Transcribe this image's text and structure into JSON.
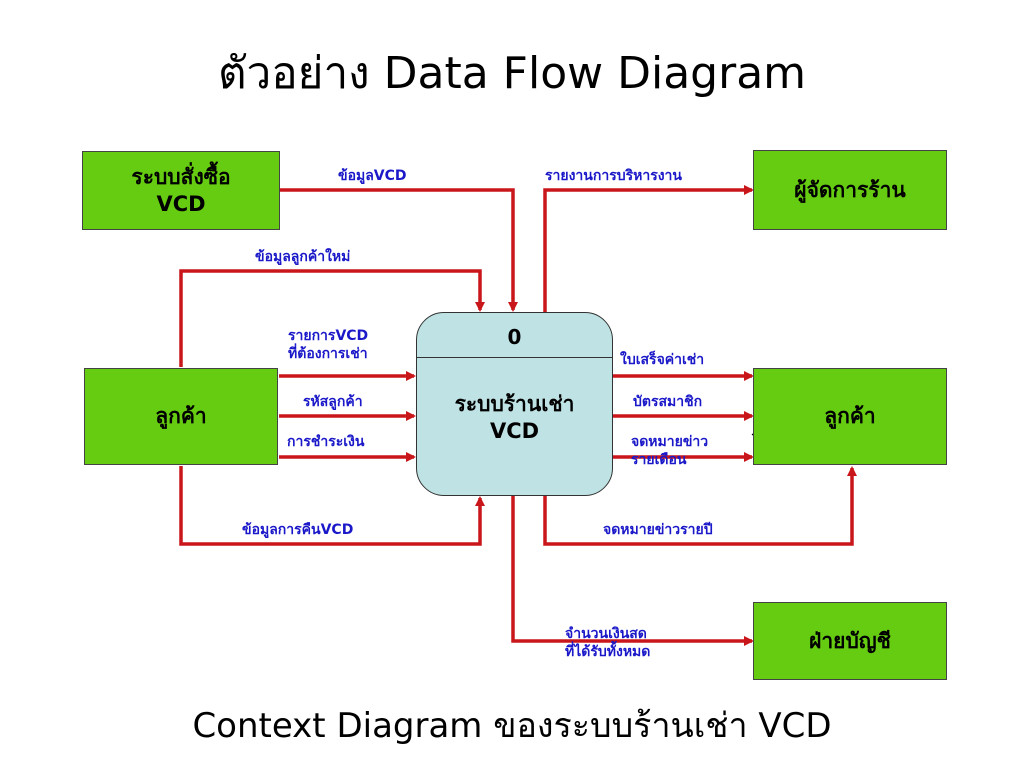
{
  "title": "ตัวอย่าง Data Flow Diagram",
  "caption": "Context Diagram ของระบบร้านเช่า VCD",
  "colors": {
    "entity_fill": "#66cc11",
    "process_fill": "#bfe3e5",
    "flow_line": "#c8161b",
    "flow_label": "#1a18c8"
  },
  "process": {
    "id": "0",
    "name_line1": "ระบบร้านเช่า",
    "name_line2": "VCD"
  },
  "entities": {
    "order_system": {
      "line1": "ระบบสั่งซื้อ",
      "line2": "VCD"
    },
    "manager": {
      "text": "ผู้จัดการร้าน"
    },
    "customer_left": {
      "text": "ลูกค้า"
    },
    "customer_right": {
      "text": "ลูกค้า"
    },
    "accounting": {
      "text": "ฝ่ายบัญชี"
    }
  },
  "flows": {
    "vcd_info": "ข้อมูลVCD",
    "management_report": "รายงานการบริหารงาน",
    "new_customer_info": "ข้อมูลลูกค้าใหม่",
    "wanted_vcd_line1": "รายการVCD",
    "wanted_vcd_line2": "ที่ต้องการเช่า",
    "customer_code": "รหัสลูกค้า",
    "payment": "การชำระเงิน",
    "rental_receipt": "ใบเสร็จค่าเช่า",
    "member_card": "บัตรสมาชิก",
    "monthly_news_line1": "จดหมายข่าว",
    "monthly_news_line2": "รายเดือน",
    "return_vcd_info": "ข้อมูลการคืนVCD",
    "yearly_newsletter": "จดหมายข่าวรายปี",
    "total_cash_line1": "จำนวนเงินสด",
    "total_cash_line2": "ที่ได้รับทั้งหมด"
  }
}
